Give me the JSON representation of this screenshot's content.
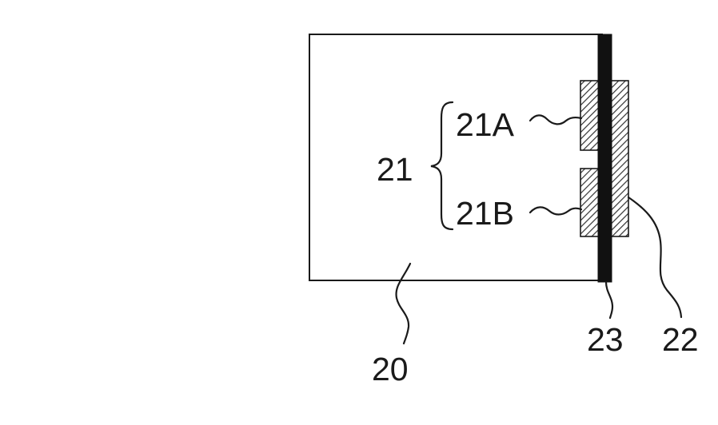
{
  "figure": {
    "labels": {
      "body": "20",
      "group": "21",
      "part_a": "21A",
      "part_b": "21B",
      "pad": "22",
      "layer": "23"
    }
  },
  "colors": {
    "line": "#1a1a1a",
    "layer_fill": "#111111",
    "hatch": "#333333",
    "background": "#ffffff"
  }
}
